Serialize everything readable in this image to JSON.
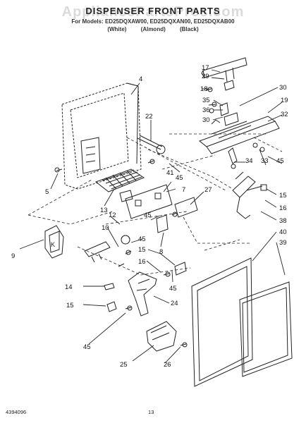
{
  "header": {
    "watermark": "AppliancePartsPros.com",
    "title": "DISPENSER FRONT PARTS",
    "models": "For Models: ED25DQXAW00, ED25DQXAN00, ED25DQXAB00",
    "colors": "(White) (Almond) (Black)"
  },
  "callouts": {
    "c17": "17",
    "c29": "29",
    "c18": "18",
    "c30a": "30",
    "c35": "35",
    "c19": "19",
    "c36": "36",
    "c32": "32",
    "c30b": "30",
    "c4": "4",
    "c22": "22",
    "c45a": "45",
    "c33": "33",
    "c34": "34",
    "c45b": "45",
    "c41": "41",
    "c7": "7",
    "c27": "27",
    "c15a": "15",
    "c5": "5",
    "c16a": "16",
    "c13": "13",
    "c45c": "45",
    "c38": "38",
    "c12": "12",
    "c8": "8",
    "c40": "40",
    "c10": "10",
    "c9": "9",
    "c45d": "45",
    "c39": "39",
    "c15b": "15",
    "c16b": "16",
    "c14": "14",
    "c45e": "45",
    "c24": "24",
    "c15c": "15",
    "c45f": "45",
    "c25": "25",
    "c26": "26"
  },
  "footer": {
    "doc_number": "4394096",
    "page_number": "13"
  }
}
